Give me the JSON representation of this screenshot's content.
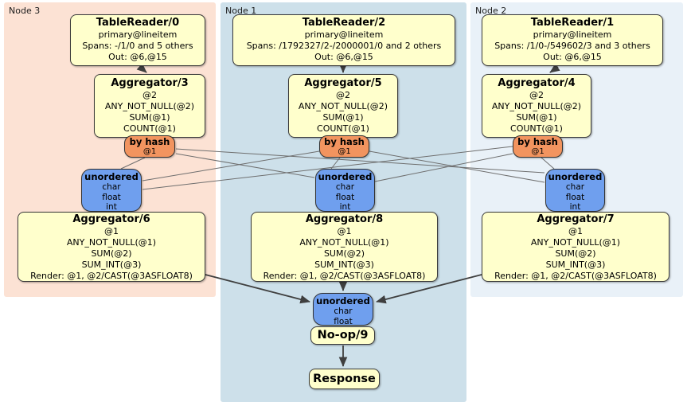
{
  "colors": {
    "region_node3": "#fce2d4",
    "region_node1": "#cde0ea",
    "region_node2": "#e9f1f8",
    "processor_fill": "#ffffcc",
    "processor_border": "#3b3b3b",
    "router_fill": "#f2945f",
    "sync_fill": "#6f9fee",
    "edge_thick": "#3f3f3f",
    "edge_thin": "#6e6e6e"
  },
  "regions": [
    {
      "label": "Node 3"
    },
    {
      "label": "Node 1"
    },
    {
      "label": "Node 2"
    }
  ],
  "boxes": {
    "tr0": {
      "title": "TableReader/0",
      "lines": [
        "primary@lineitem",
        "Spans: -/1/0 and 5 others",
        "Out: @6,@15"
      ]
    },
    "tr2": {
      "title": "TableReader/2",
      "lines": [
        "primary@lineitem",
        "Spans: /1792327/2-/2000001/0 and 2 others",
        "Out: @6,@15"
      ]
    },
    "tr1": {
      "title": "TableReader/1",
      "lines": [
        "primary@lineitem",
        "Spans: /1/0-/549602/3 and 3 others",
        "Out: @6,@15"
      ]
    },
    "agg3": {
      "title": "Aggregator/3",
      "lines": [
        "@2",
        "ANY_NOT_NULL(@2)",
        "SUM(@1)",
        "COUNT(@1)"
      ]
    },
    "agg5": {
      "title": "Aggregator/5",
      "lines": [
        "@2",
        "ANY_NOT_NULL(@2)",
        "SUM(@1)",
        "COUNT(@1)"
      ]
    },
    "agg4": {
      "title": "Aggregator/4",
      "lines": [
        "@2",
        "ANY_NOT_NULL(@2)",
        "SUM(@1)",
        "COUNT(@1)"
      ]
    },
    "agg6": {
      "title": "Aggregator/6",
      "lines": [
        "@1",
        "ANY_NOT_NULL(@1)",
        "SUM(@2)",
        "SUM_INT(@3)",
        "Render: @1, @2/CAST(@3ASFLOAT8)"
      ]
    },
    "agg8": {
      "title": "Aggregator/8",
      "lines": [
        "@1",
        "ANY_NOT_NULL(@1)",
        "SUM(@2)",
        "SUM_INT(@3)",
        "Render: @1, @2/CAST(@3ASFLOAT8)"
      ]
    },
    "agg7": {
      "title": "Aggregator/7",
      "lines": [
        "@1",
        "ANY_NOT_NULL(@1)",
        "SUM(@2)",
        "SUM_INT(@3)",
        "Render: @1, @2/CAST(@3ASFLOAT8)"
      ]
    },
    "noop": {
      "title": "No-op/9"
    },
    "response": {
      "title": "Response"
    }
  },
  "routers": {
    "r3": {
      "title": "by hash",
      "detail": "@1"
    },
    "r5": {
      "title": "by hash",
      "detail": "@1"
    },
    "r4": {
      "title": "by hash",
      "detail": "@1"
    }
  },
  "syncs": {
    "s6": {
      "title": "unordered",
      "types": [
        "char",
        "float",
        "int"
      ]
    },
    "s8": {
      "title": "unordered",
      "types": [
        "char",
        "float",
        "int"
      ]
    },
    "s7": {
      "title": "unordered",
      "types": [
        "char",
        "float",
        "int"
      ]
    },
    "final": {
      "title": "unordered",
      "types": [
        "char",
        "float"
      ]
    }
  }
}
